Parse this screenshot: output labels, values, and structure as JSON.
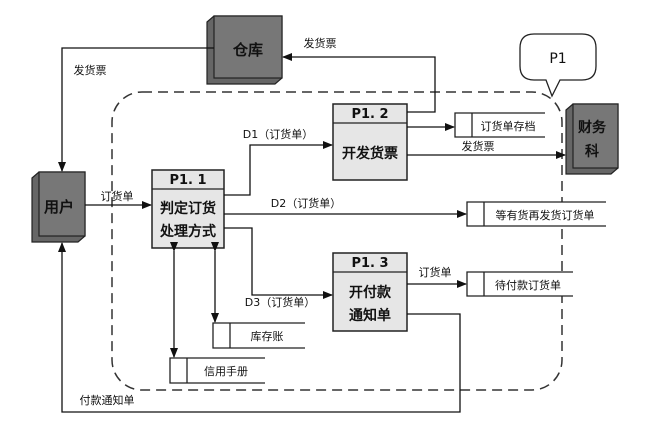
{
  "bubble": {
    "label": "P1"
  },
  "entities": {
    "warehouse": "仓库",
    "user": "用户",
    "finance_line1": "财务",
    "finance_line2": "科"
  },
  "processes": {
    "p11": {
      "id": "P1. 1",
      "line1": "判定订货",
      "line2": "处理方式"
    },
    "p12": {
      "id": "P1. 2",
      "line1": "开发货票"
    },
    "p13": {
      "id": "P1. 3",
      "line1": "开付款",
      "line2": "通知单"
    }
  },
  "stores": {
    "order_archive": "订货单存档",
    "backorder": "等有货再发货订货单",
    "await_payment": "待付款订货单",
    "inventory": "库存账",
    "credit": "信用手册"
  },
  "flows": {
    "invoice_to_warehouse": "发货票",
    "invoice_to_user": "发货票",
    "invoice_to_finance": "发货票",
    "order_in": "订货单",
    "d1": "D1（订货单）",
    "d2": "D2（订货单）",
    "d3": "D3（订货单）",
    "order_to_await": "订货单",
    "payment_notice": "付款通知单"
  }
}
